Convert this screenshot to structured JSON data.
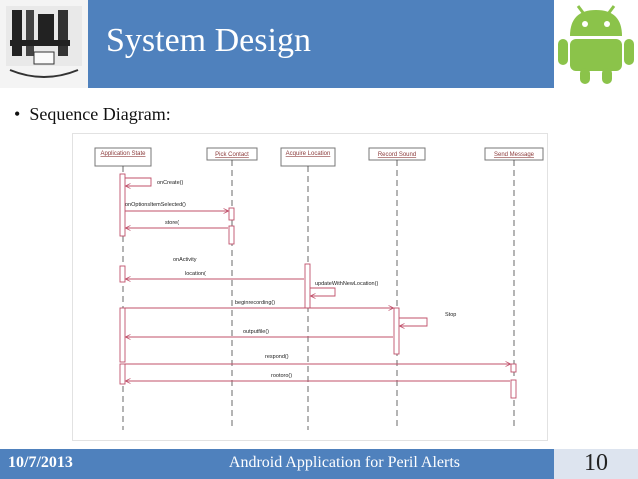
{
  "slide": {
    "title": "System Design",
    "bullet": "Sequence Diagram:",
    "footer_date": "10/7/2013",
    "footer_title": "Android Application for Peril Alerts",
    "page_number": "10"
  },
  "diagram": {
    "participants": [
      "Application State",
      "Pick Contact",
      "Acquire Location",
      "Record Sound",
      "Send Message"
    ],
    "messages": [
      "onCreate()",
      "onOptionsItemSelected()",
      "store(",
      "onActivity",
      "location(",
      "updateWithNewLocation()",
      "beginrecording()",
      "Stop",
      "outputfile()",
      "respond()",
      "rootoro()"
    ]
  },
  "colors": {
    "accent": "#4f81bd",
    "header_label": "#8b3a3a",
    "arrow": "#c0506a",
    "lifeline": "#444444"
  }
}
